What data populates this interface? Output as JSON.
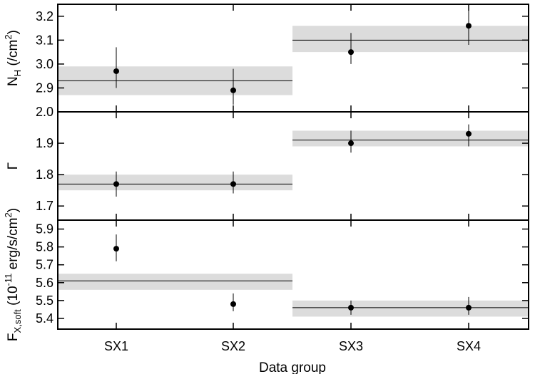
{
  "chart_data": [
    {
      "type": "scatter",
      "panel": "top",
      "ylabel": "N_H (/cm^2)",
      "ylabel_parts": {
        "main": "N",
        "sub": "H",
        "pre_sup": " (/cm",
        "sup": "2",
        "post": ")"
      },
      "ylim": [
        2.8,
        3.25
      ],
      "yticks": [
        2.9,
        3.0,
        3.1,
        3.2
      ],
      "ytick_labels": [
        "2.9",
        "3.0",
        "3.1",
        "3.2"
      ],
      "top_boundary_label": "2.0",
      "categories": [
        "SX1",
        "SX2",
        "SX3",
        "SX4"
      ],
      "points": [
        {
          "x": "SX1",
          "y": 2.97,
          "err_low": 0.07,
          "err_high": 0.1
        },
        {
          "x": "SX2",
          "y": 2.89,
          "err_low": 0.06,
          "err_high": 0.09
        },
        {
          "x": "SX3",
          "y": 3.05,
          "err_low": 0.05,
          "err_high": 0.08
        },
        {
          "x": "SX4",
          "y": 3.16,
          "err_low": 0.08,
          "err_high": 0.08
        }
      ],
      "bands": [
        {
          "from": "SX1",
          "to": "SX2",
          "value": 2.93,
          "low": 2.87,
          "high": 2.99
        },
        {
          "from": "SX3",
          "to": "SX4",
          "value": 3.1,
          "low": 3.05,
          "high": 3.16
        }
      ]
    },
    {
      "type": "scatter",
      "panel": "middle",
      "ylabel": "Γ",
      "ylim": [
        1.655,
        2.0
      ],
      "yticks": [
        1.7,
        1.8,
        1.9
      ],
      "ytick_labels": [
        "1.7",
        "1.8",
        "1.9"
      ],
      "categories": [
        "SX1",
        "SX2",
        "SX3",
        "SX4"
      ],
      "points": [
        {
          "x": "SX1",
          "y": 1.77,
          "err_low": 0.04,
          "err_high": 0.04
        },
        {
          "x": "SX2",
          "y": 1.77,
          "err_low": 0.03,
          "err_high": 0.04
        },
        {
          "x": "SX3",
          "y": 1.9,
          "err_low": 0.03,
          "err_high": 0.04
        },
        {
          "x": "SX4",
          "y": 1.93,
          "err_low": 0.04,
          "err_high": 0.03
        }
      ],
      "bands": [
        {
          "from": "SX1",
          "to": "SX2",
          "value": 1.77,
          "low": 1.75,
          "high": 1.8
        },
        {
          "from": "SX3",
          "to": "SX4",
          "value": 1.91,
          "low": 1.89,
          "high": 1.94
        }
      ]
    },
    {
      "type": "scatter",
      "panel": "bottom",
      "ylabel": "F_X,soft (10^-11 erg/s/cm^2)",
      "ylabel_parts": {
        "main": "F",
        "sub": "X,soft",
        "pre_sup": " (10",
        "sup": "-11",
        "mid": " erg/s/cm",
        "sup2": "2",
        "post": ")"
      },
      "ylim": [
        5.34,
        5.95
      ],
      "yticks": [
        5.4,
        5.5,
        5.6,
        5.7,
        5.8,
        5.9
      ],
      "ytick_labels": [
        "5.4",
        "5.5",
        "5.6",
        "5.7",
        "5.8",
        "5.9"
      ],
      "categories": [
        "SX1",
        "SX2",
        "SX3",
        "SX4"
      ],
      "xlabel": "Data group",
      "points": [
        {
          "x": "SX1",
          "y": 5.79,
          "err_low": 0.07,
          "err_high": 0.08
        },
        {
          "x": "SX2",
          "y": 5.48,
          "err_low": 0.04,
          "err_high": 0.06
        },
        {
          "x": "SX3",
          "y": 5.46,
          "err_low": 0.04,
          "err_high": 0.04
        },
        {
          "x": "SX4",
          "y": 5.46,
          "err_low": 0.04,
          "err_high": 0.06
        }
      ],
      "bands": [
        {
          "from": "SX1",
          "to": "SX2",
          "value": 5.61,
          "low": 5.56,
          "high": 5.65
        },
        {
          "from": "SX3",
          "to": "SX4",
          "value": 5.46,
          "low": 5.41,
          "high": 5.5
        }
      ]
    }
  ],
  "colors": {
    "band": "#dcdcdc",
    "line": "#000000",
    "point": "#000000",
    "frame": "#000000"
  }
}
